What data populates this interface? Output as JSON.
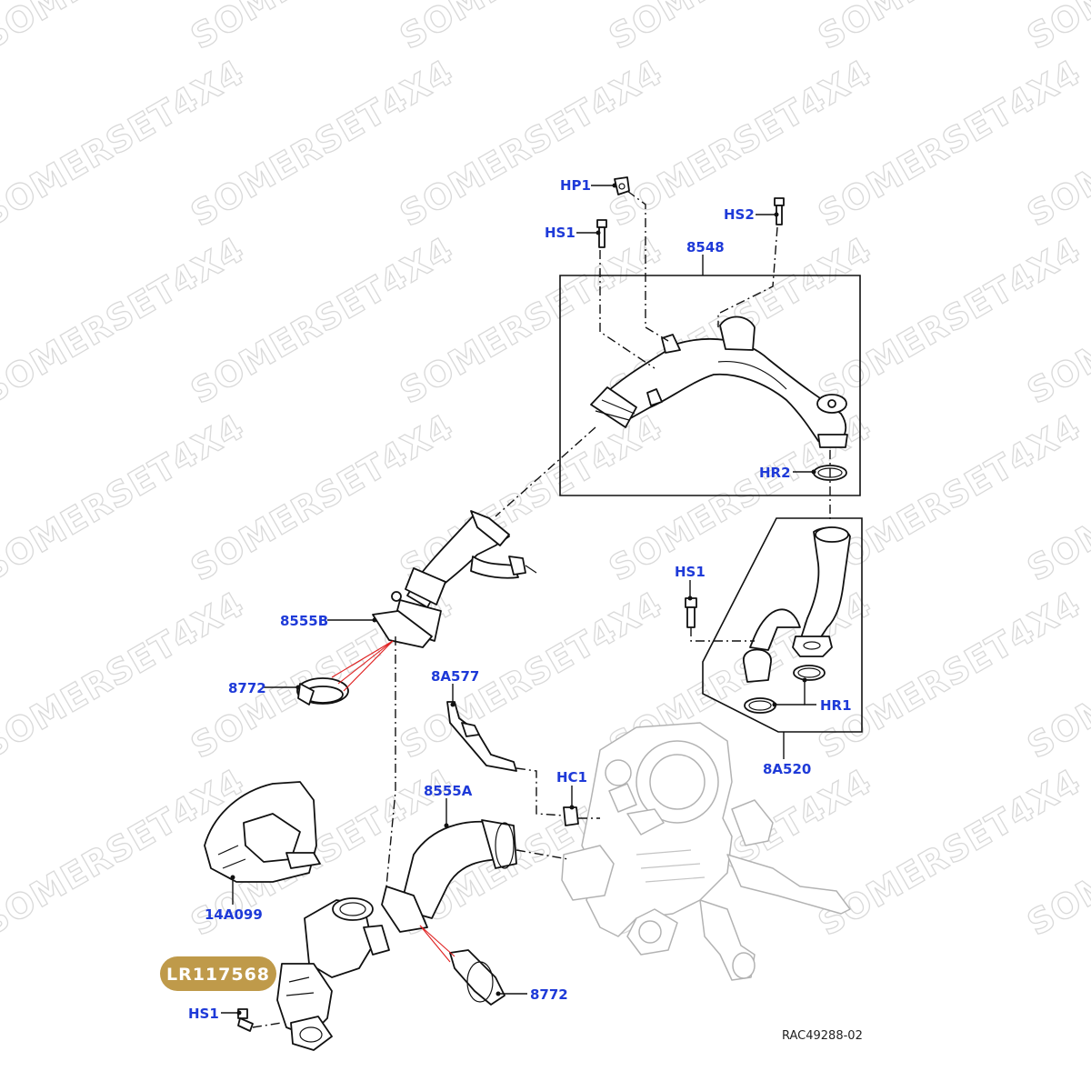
{
  "watermark": "SOMERSET4X4",
  "badge": {
    "text": "LR117568",
    "color": "#bf9a4a"
  },
  "reference": "RAC49288-02",
  "callout_color": "#1e3ad8",
  "callouts": {
    "hp1": "HP1",
    "hs1_top": "HS1",
    "hs2": "HS2",
    "p8548": "8548",
    "hr2": "HR2",
    "hs1_mid": "HS1",
    "hr1": "HR1",
    "p8a520": "8A520",
    "p8555b": "8555B",
    "p8772_left": "8772",
    "p8a577": "8A577",
    "hc1": "HC1",
    "p8555a": "8555A",
    "p14a099": "14A099",
    "p8772_bottom": "8772",
    "hs1_bottom": "HS1"
  },
  "icons": {
    "bolt": "bolt-icon",
    "clip": "hose-clip-icon",
    "oring": "o-ring-icon"
  }
}
